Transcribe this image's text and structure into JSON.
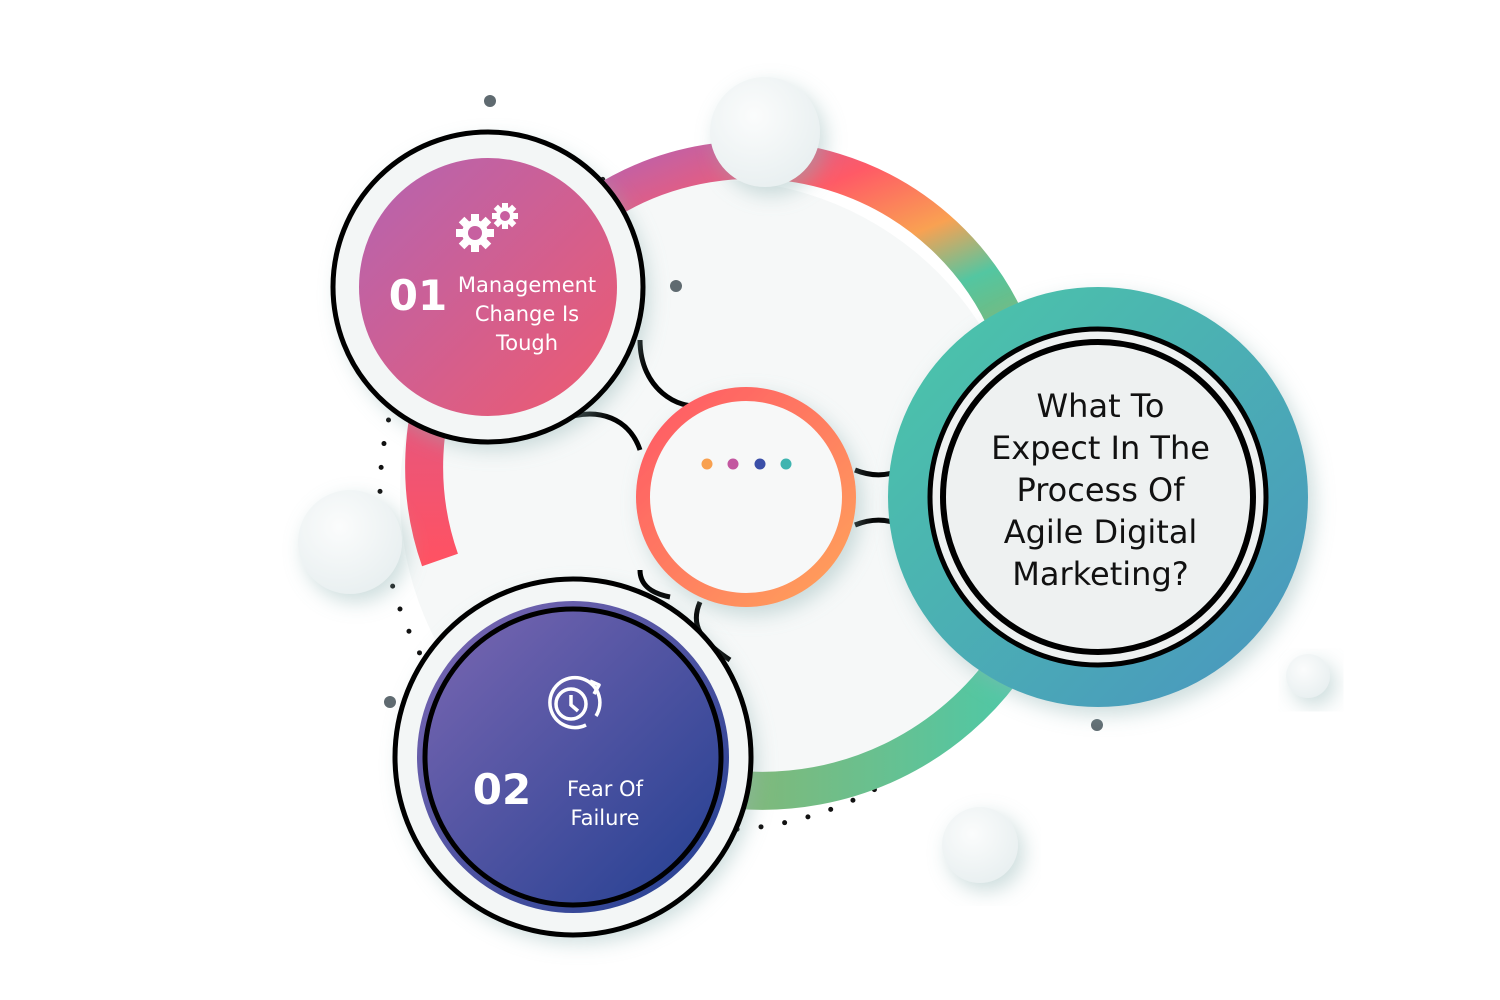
{
  "diagram": {
    "type": "hub-and-spoke infographic",
    "center_title": {
      "lines": [
        "What To",
        "Expect In The",
        "Process Of",
        "Agile Digital",
        "Marketing?"
      ]
    },
    "hub": {
      "dots": [
        {
          "color": "#f8a04f"
        },
        {
          "color": "#c357a0"
        },
        {
          "color": "#3b4fa8"
        },
        {
          "color": "#3fb4b0"
        }
      ]
    },
    "items": [
      {
        "number": "01",
        "icon": "gears-icon",
        "lines": [
          "Management",
          "Change Is",
          "Tough"
        ],
        "gradient": [
          "#b364b2",
          "#e85d74"
        ]
      },
      {
        "number": "02",
        "icon": "clock-refresh-icon",
        "lines": [
          "Fear Of",
          "Failure"
        ],
        "gradient": [
          "#7c67b2",
          "#243f92"
        ]
      }
    ],
    "colors": {
      "ring_top": "#ff5f6d",
      "ring_orange": "#f9a152",
      "ring_green": "#53c6a1",
      "teal_ring": "#47c1ad",
      "teal_ring_end": "#4a99bf",
      "hub_ring_start": "#ff5f6d",
      "hub_ring_end": "#ffa35a"
    }
  }
}
